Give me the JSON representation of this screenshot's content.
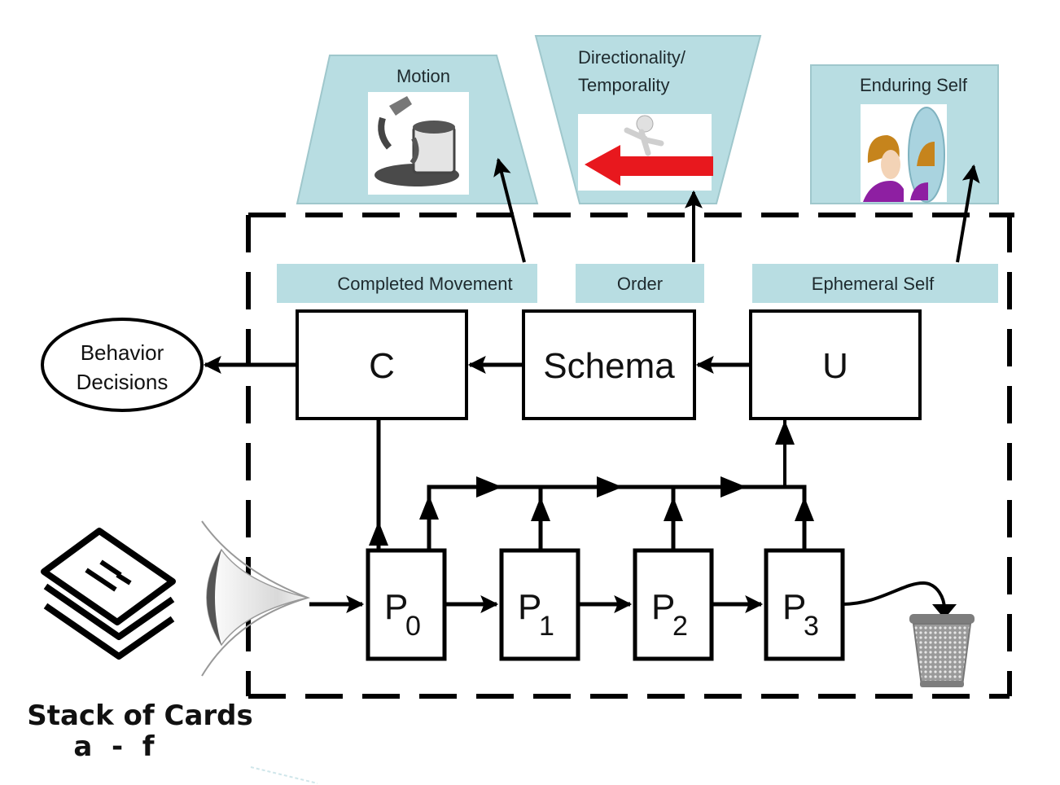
{
  "title_panels": {
    "motion": {
      "label": "Motion",
      "image": "paint-spill-illustration"
    },
    "directionality": {
      "line1": "Directionality/",
      "line2": "Temporality",
      "image": "person-on-red-arrow-illustration"
    },
    "enduring_self": {
      "label": "Enduring Self",
      "image": "woman-mirror-illustration"
    }
  },
  "tags": {
    "completed_movement": "Completed Movement",
    "order": "Order",
    "ephemeral_self": "Ephemeral Self"
  },
  "boxes": {
    "c": "C",
    "schema": "Schema",
    "u": "U"
  },
  "processors": [
    {
      "base": "P",
      "sub": "0"
    },
    {
      "base": "P",
      "sub": "1"
    },
    {
      "base": "P",
      "sub": "2"
    },
    {
      "base": "P",
      "sub": "3"
    }
  ],
  "output": {
    "line1": "Behavior",
    "line2": "Decisions"
  },
  "input": {
    "line1": "Stack of Cards",
    "line2": "a  -  f",
    "icon": "card-stack-icon"
  },
  "discard": {
    "icon": "wastebasket-icon"
  },
  "colors": {
    "panel_fill": "#b8dde2",
    "panel_stroke": "#8fbcc2",
    "line": "#000000",
    "arrow_red": "#e8181e"
  }
}
